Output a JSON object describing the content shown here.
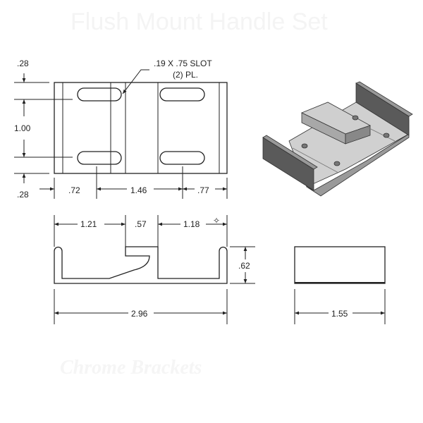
{
  "watermark": {
    "title": "Flush Mount Handle Set",
    "caption": "Chrome Brackets"
  },
  "top_view": {
    "slot_note_line1": ".19 X .75 SLOT",
    "slot_note_line2": "(2) PL.",
    "dims": {
      "top_margin": ".28",
      "slot_spacing": "1.00",
      "bottom_margin": ".28",
      "left": ".72",
      "center": "1.46",
      "right": ".77"
    }
  },
  "side_view": {
    "dims": {
      "left": "1.21",
      "hook": ".57",
      "right": "1.18",
      "height": ".62",
      "overall": "2.96"
    }
  },
  "end_view": {
    "dims": {
      "width": "1.55"
    }
  },
  "colors": {
    "line": "#222222",
    "part_light": "#c8c8c8",
    "part_dark": "#555555"
  }
}
